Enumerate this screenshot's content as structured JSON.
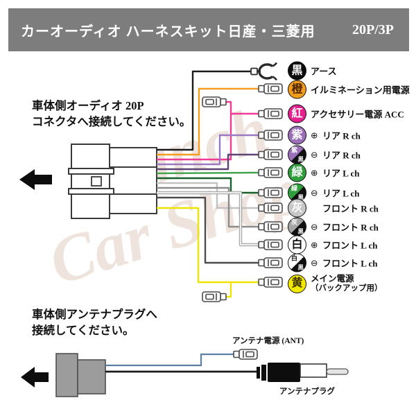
{
  "header": {
    "title": "カーオーディオ ハーネスキット日産・三菱用",
    "pin_count": "20P/3P",
    "bg": "#7d7d7d",
    "fg": "#ffffff"
  },
  "watermark": {
    "line1": "Punch",
    "line2": "Car Shop"
  },
  "audio_section": {
    "caption_line1": "車体側オーディオ 20P",
    "caption_line2": "コネクタへ接続してください。"
  },
  "antenna_section": {
    "caption_line1": "車体側アンテナプラグへ",
    "caption_line2": "接続してください。",
    "power_label": "アンテナ電源 (ANT)",
    "plug_label": "アンテナプラグ",
    "power_wire_color": "#5b7fa3",
    "coax_color": "#1a1a1a"
  },
  "rows": [
    {
      "badge_char": "黒",
      "badge_bg": "#0c0c0c",
      "badge_fg": "#ffffff",
      "badge_split": false,
      "sign": "",
      "label": "アース",
      "wire_color": "#1a1a1a"
    },
    {
      "badge_char": "橙",
      "badge_bg": "#f09c1c",
      "badge_fg": "#4f2700",
      "badge_split": false,
      "sign": "",
      "label": "イルミネーション用電源",
      "wire_color": "#f49c20"
    },
    {
      "badge_char": "紅",
      "badge_bg": "#e61f8e",
      "badge_fg": "#ffffff",
      "badge_split": false,
      "sign": "",
      "label": "アクセサリー電源 ACC",
      "wire_color": "#ef3a96"
    },
    {
      "badge_char": "紫",
      "badge_bg": "#9a6fb8",
      "badge_fg": "#ffffff",
      "badge_split": false,
      "sign": "⊕",
      "label": "リア R ch",
      "wire_color": "#9a79c0"
    },
    {
      "badge_char": "紫",
      "badge_char2": "黒",
      "badge_bg": "#9a6fb8",
      "badge_fg": "#ffffff",
      "badge_split": true,
      "sign": "⊖",
      "label": "リア R ch",
      "wire_color": "#5c4573"
    },
    {
      "badge_char": "緑",
      "badge_bg": "#2f9e3c",
      "badge_fg": "#ffffff",
      "badge_split": false,
      "sign": "⊕",
      "label": "リア L ch",
      "wire_color": "#3fa44c"
    },
    {
      "badge_char": "緑",
      "badge_char2": "黒",
      "badge_bg": "#2f9e3c",
      "badge_fg": "#ffffff",
      "badge_split": true,
      "sign": "⊖",
      "label": "リア L ch",
      "wire_color": "#17602a"
    },
    {
      "badge_char": "灰",
      "badge_bg": "#c7c7c7",
      "badge_fg": "#ffffff",
      "badge_split": false,
      "sign": "",
      "label": "フロント R ch",
      "wire_color": "#c2c2c2"
    },
    {
      "badge_char": "灰",
      "badge_char2": "黒",
      "badge_bg": "#a5a5a5",
      "badge_fg": "#ffffff",
      "badge_split": true,
      "sign": "⊖",
      "label": "フロント R ch",
      "wire_color": "#8b8b8b"
    },
    {
      "badge_char": "白",
      "badge_bg": "#ffffff",
      "badge_fg": "#111111",
      "badge_split": false,
      "sign": "⊕",
      "label": "フロント L ch",
      "wire_color": "#ededed",
      "wire_outline": "#9a9a9a"
    },
    {
      "badge_char": "白",
      "badge_char2": "黒",
      "badge_bg": "#ffffff",
      "badge_fg": "#111111",
      "badge_split": true,
      "sign": "⊖",
      "label": "フロント L ch",
      "wire_color": "#4d4d4d"
    },
    {
      "badge_char": "黄",
      "badge_bg": "#f2e900",
      "badge_fg": "#3c3200",
      "badge_split": false,
      "sign": "",
      "label": "メイン電源",
      "label2": "（バックアップ用）",
      "wire_color": "#efe300"
    }
  ]
}
